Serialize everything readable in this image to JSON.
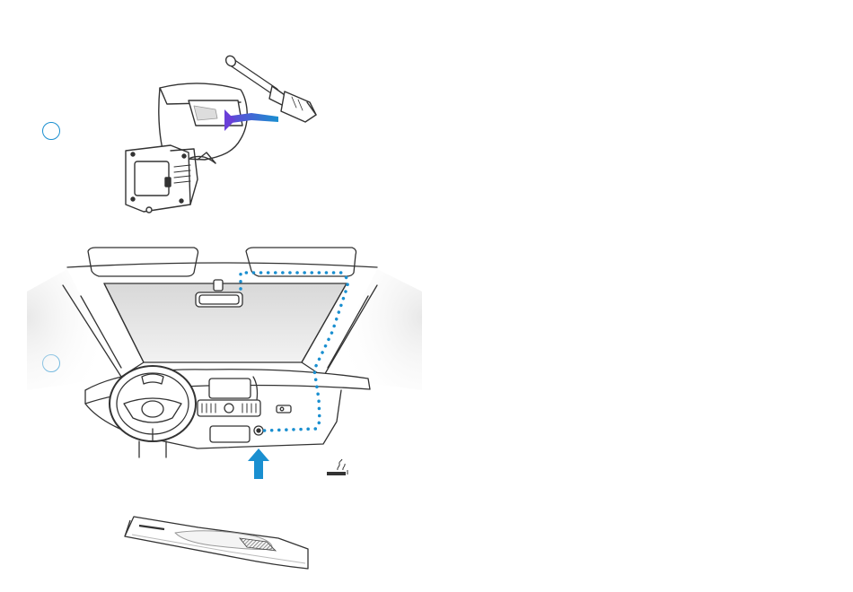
{
  "page": {
    "background_color": "#ffffff",
    "accent_color": "#1a8fd0",
    "highlight_color": "#6a3fd8",
    "line_color": "#333333"
  },
  "steps": [
    {
      "marker_icon": "circle-outline",
      "illustration": "camera-power-cable-connection"
    },
    {
      "marker_icon": "circle-outline",
      "illustration": "car-interior-cable-route"
    }
  ],
  "illustrations": {
    "camera_mount": {
      "icon": "dash-camera-mount-icon",
      "arrow_icon": "insert-arrow-icon"
    },
    "car_interior": {
      "icon": "car-interior-icon",
      "route_icon": "dotted-cable-route-icon",
      "arrow_icon": "up-arrow-icon",
      "lighter_icon": "cigarette-lighter-icon"
    },
    "trim_tool": {
      "icon": "trim-removal-tool-icon"
    }
  }
}
